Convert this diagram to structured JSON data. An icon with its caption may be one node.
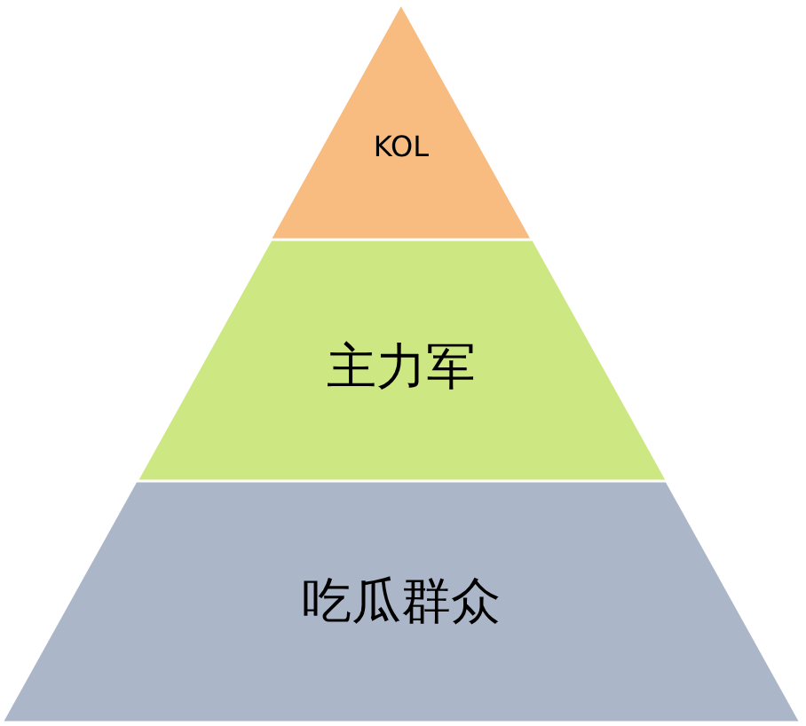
{
  "diagram": {
    "nodes": [
      {
        "text": [
          "KOL"
        ]
      },
      {
        "text": [
          "主力军"
        ]
      },
      {
        "text": [
          "吃瓜群众"
        ]
      }
    ]
  }
}
